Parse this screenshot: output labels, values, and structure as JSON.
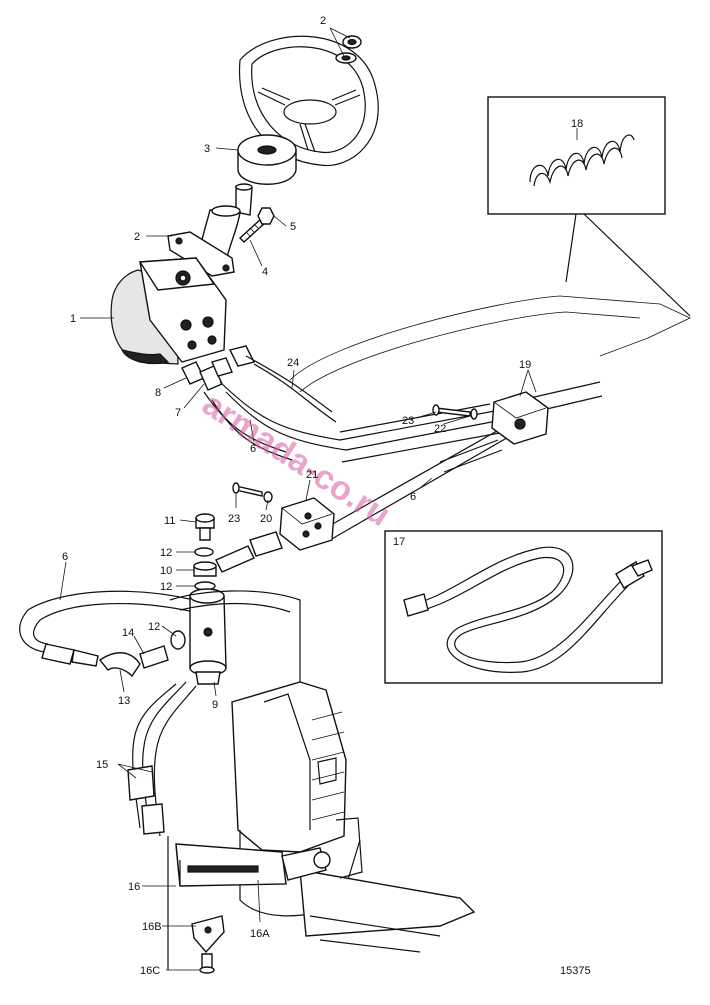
{
  "callouts": [
    {
      "id": "c2a",
      "text": "2"
    },
    {
      "id": "c3",
      "text": "3"
    },
    {
      "id": "c2b",
      "text": "2"
    },
    {
      "id": "c5",
      "text": "5"
    },
    {
      "id": "c4",
      "text": "4"
    },
    {
      "id": "c1",
      "text": "1"
    },
    {
      "id": "c24",
      "text": "24"
    },
    {
      "id": "c8",
      "text": "8"
    },
    {
      "id": "c7",
      "text": "7"
    },
    {
      "id": "c6a",
      "text": "6"
    },
    {
      "id": "c18",
      "text": "18"
    },
    {
      "id": "c19",
      "text": "19"
    },
    {
      "id": "c23a",
      "text": "23"
    },
    {
      "id": "c22",
      "text": "22"
    },
    {
      "id": "c21",
      "text": "21"
    },
    {
      "id": "c23b",
      "text": "23"
    },
    {
      "id": "c20",
      "text": "20"
    },
    {
      "id": "c6b",
      "text": "6"
    },
    {
      "id": "c11",
      "text": "11"
    },
    {
      "id": "c12a",
      "text": "12"
    },
    {
      "id": "c10",
      "text": "10"
    },
    {
      "id": "c12b",
      "text": "12"
    },
    {
      "id": "c6c",
      "text": "6"
    },
    {
      "id": "c17",
      "text": "17"
    },
    {
      "id": "c12c",
      "text": "12"
    },
    {
      "id": "c14",
      "text": "14"
    },
    {
      "id": "c13",
      "text": "13"
    },
    {
      "id": "c9",
      "text": "9"
    },
    {
      "id": "c15",
      "text": "15"
    },
    {
      "id": "c16",
      "text": "16"
    },
    {
      "id": "c16b",
      "text": "16B"
    },
    {
      "id": "c16a",
      "text": "16A"
    },
    {
      "id": "c16c",
      "text": "16C"
    }
  ],
  "drawing_number": "15375",
  "watermark": "armada-co.ru"
}
